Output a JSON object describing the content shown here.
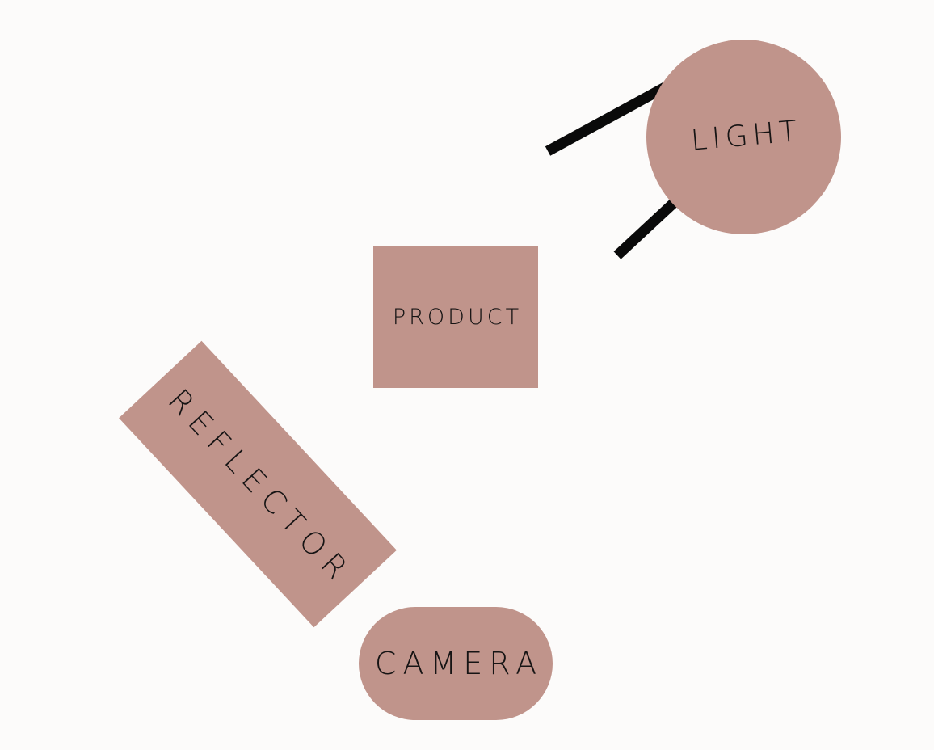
{
  "diagram": {
    "nodes": {
      "product": {
        "label": "PRODUCT"
      },
      "light": {
        "label": "LIGHT"
      },
      "reflector": {
        "label": "REFLECTOR"
      },
      "camera": {
        "label": "CAMERA"
      }
    },
    "colors": {
      "background": "#fcfbfa",
      "shape_fill": "#c0948b",
      "text": "#161414",
      "light_beam": "#0a0a0a"
    }
  }
}
